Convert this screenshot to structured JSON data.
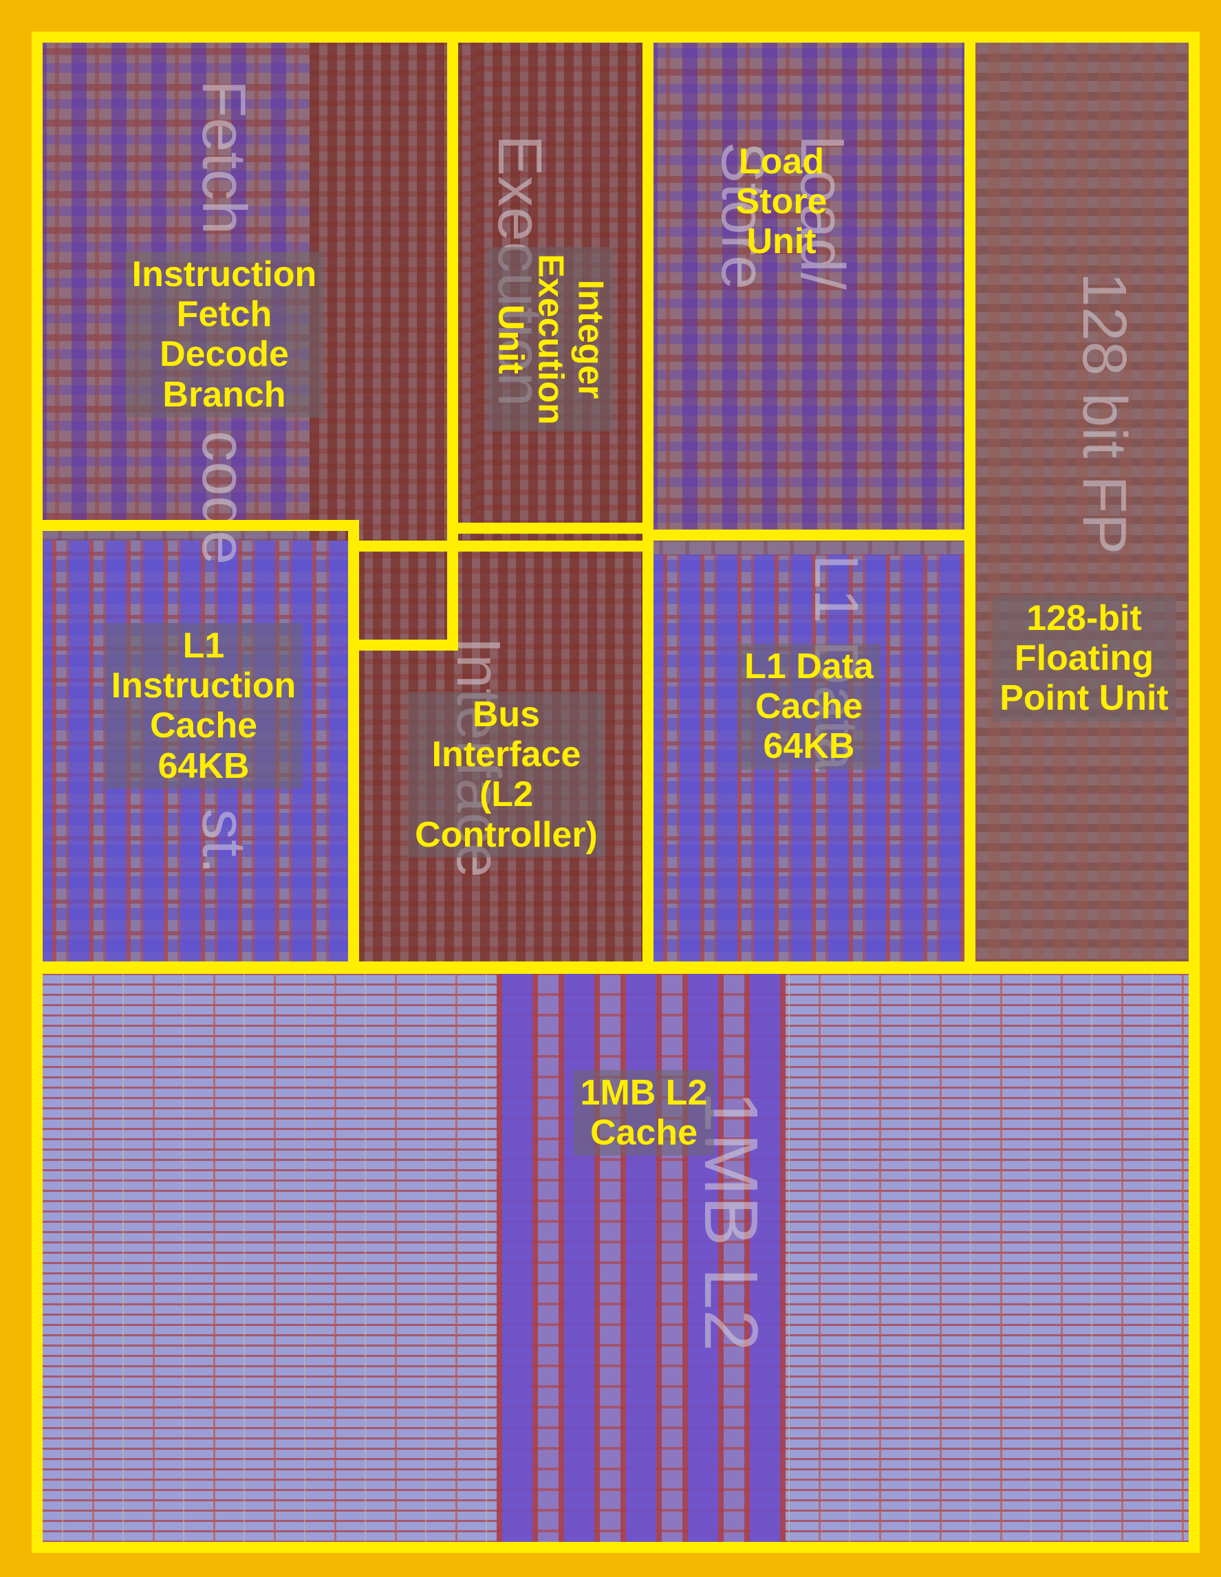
{
  "regions": {
    "fetch_decode": {
      "lines": [
        "Instruction",
        "Fetch",
        "Decode",
        "Branch"
      ]
    },
    "integer_exec": {
      "lines": [
        "Integer",
        "Execution",
        "Unit"
      ]
    },
    "load_store": {
      "lines": [
        "Load",
        "Store",
        "Unit"
      ]
    },
    "fpu": {
      "lines": [
        "128-bit",
        "Floating",
        "Point Unit"
      ]
    },
    "l1i": {
      "lines": [
        "L1",
        "Instruction",
        "Cache",
        "64KB"
      ]
    },
    "bus": {
      "lines": [
        "Bus",
        "Interface",
        "(L2",
        "Controller)"
      ]
    },
    "l1d": {
      "lines": [
        "L1 Data",
        "Cache",
        "64KB"
      ]
    },
    "l2": {
      "lines": [
        "1MB L2",
        "Cache"
      ]
    }
  },
  "die_markings": {
    "fetch": "Fetch",
    "decode": "code",
    "inst": "st.",
    "execution": "Execution",
    "load": "Load/",
    "store": "Store",
    "fpu": "128 bit FP",
    "l1_data": "L1 Data",
    "interface": "Interface",
    "l2": "1MB L2"
  },
  "colors": {
    "outline": "#ffee00",
    "frame": "#f5b800",
    "label": "#ffee00"
  }
}
